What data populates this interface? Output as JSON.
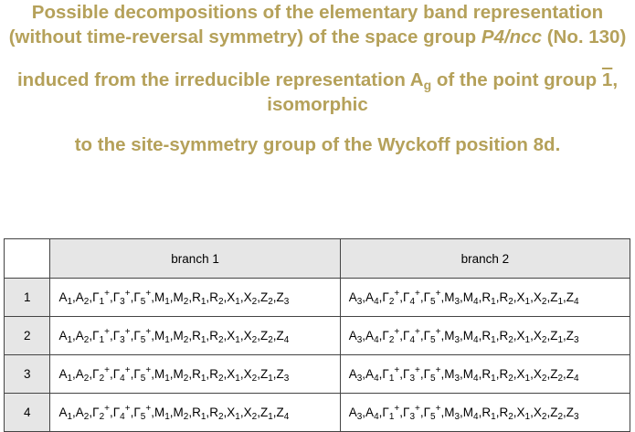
{
  "header": {
    "title_part1": "Possible decompositions of the elementary band representation (without time-reversal symmetry) of the space group ",
    "group_symbol": "P4/ncc",
    "title_part2": " (No. 130)",
    "induced_part1": "induced from the irreducible representation A",
    "irrep_subscript": "g",
    "induced_part2": " of the point group ",
    "point_group": "1",
    "induced_part3": ", isomorphic",
    "wyckoff_line": "to the site-symmetry group of the Wyckoff position 8d."
  },
  "table": {
    "corner": "",
    "headers": [
      "branch 1",
      "branch 2"
    ],
    "rows": [
      {
        "num": "1",
        "b1": [
          [
            "A",
            "1"
          ],
          [
            "A",
            "2"
          ],
          [
            "Γ",
            "1",
            "+"
          ],
          [
            "Γ",
            "3",
            "+"
          ],
          [
            "Γ",
            "5",
            "+"
          ],
          [
            "M",
            "1"
          ],
          [
            "M",
            "2"
          ],
          [
            "R",
            "1"
          ],
          [
            "R",
            "2"
          ],
          [
            "X",
            "1"
          ],
          [
            "X",
            "2"
          ],
          [
            "Z",
            "2"
          ],
          [
            "Z",
            "3"
          ]
        ],
        "b2": [
          [
            "A",
            "3"
          ],
          [
            "A",
            "4"
          ],
          [
            "Γ",
            "2",
            "+"
          ],
          [
            "Γ",
            "4",
            "+"
          ],
          [
            "Γ",
            "5",
            "+"
          ],
          [
            "M",
            "3"
          ],
          [
            "M",
            "4"
          ],
          [
            "R",
            "1"
          ],
          [
            "R",
            "2"
          ],
          [
            "X",
            "1"
          ],
          [
            "X",
            "2"
          ],
          [
            "Z",
            "1"
          ],
          [
            "Z",
            "4"
          ]
        ]
      },
      {
        "num": "2",
        "b1": [
          [
            "A",
            "1"
          ],
          [
            "A",
            "2"
          ],
          [
            "Γ",
            "1",
            "+"
          ],
          [
            "Γ",
            "3",
            "+"
          ],
          [
            "Γ",
            "5",
            "+"
          ],
          [
            "M",
            "1"
          ],
          [
            "M",
            "2"
          ],
          [
            "R",
            "1"
          ],
          [
            "R",
            "2"
          ],
          [
            "X",
            "1"
          ],
          [
            "X",
            "2"
          ],
          [
            "Z",
            "2"
          ],
          [
            "Z",
            "4"
          ]
        ],
        "b2": [
          [
            "A",
            "3"
          ],
          [
            "A",
            "4"
          ],
          [
            "Γ",
            "2",
            "+"
          ],
          [
            "Γ",
            "4",
            "+"
          ],
          [
            "Γ",
            "5",
            "+"
          ],
          [
            "M",
            "3"
          ],
          [
            "M",
            "4"
          ],
          [
            "R",
            "1"
          ],
          [
            "R",
            "2"
          ],
          [
            "X",
            "1"
          ],
          [
            "X",
            "2"
          ],
          [
            "Z",
            "1"
          ],
          [
            "Z",
            "3"
          ]
        ]
      },
      {
        "num": "3",
        "b1": [
          [
            "A",
            "1"
          ],
          [
            "A",
            "2"
          ],
          [
            "Γ",
            "2",
            "+"
          ],
          [
            "Γ",
            "4",
            "+"
          ],
          [
            "Γ",
            "5",
            "+"
          ],
          [
            "M",
            "1"
          ],
          [
            "M",
            "2"
          ],
          [
            "R",
            "1"
          ],
          [
            "R",
            "2"
          ],
          [
            "X",
            "1"
          ],
          [
            "X",
            "2"
          ],
          [
            "Z",
            "1"
          ],
          [
            "Z",
            "3"
          ]
        ],
        "b2": [
          [
            "A",
            "3"
          ],
          [
            "A",
            "4"
          ],
          [
            "Γ",
            "1",
            "+"
          ],
          [
            "Γ",
            "3",
            "+"
          ],
          [
            "Γ",
            "5",
            "+"
          ],
          [
            "M",
            "3"
          ],
          [
            "M",
            "4"
          ],
          [
            "R",
            "1"
          ],
          [
            "R",
            "2"
          ],
          [
            "X",
            "1"
          ],
          [
            "X",
            "2"
          ],
          [
            "Z",
            "2"
          ],
          [
            "Z",
            "4"
          ]
        ]
      },
      {
        "num": "4",
        "b1": [
          [
            "A",
            "1"
          ],
          [
            "A",
            "2"
          ],
          [
            "Γ",
            "2",
            "+"
          ],
          [
            "Γ",
            "4",
            "+"
          ],
          [
            "Γ",
            "5",
            "+"
          ],
          [
            "M",
            "1"
          ],
          [
            "M",
            "2"
          ],
          [
            "R",
            "1"
          ],
          [
            "R",
            "2"
          ],
          [
            "X",
            "1"
          ],
          [
            "X",
            "2"
          ],
          [
            "Z",
            "1"
          ],
          [
            "Z",
            "4"
          ]
        ],
        "b2": [
          [
            "A",
            "3"
          ],
          [
            "A",
            "4"
          ],
          [
            "Γ",
            "1",
            "+"
          ],
          [
            "Γ",
            "3",
            "+"
          ],
          [
            "Γ",
            "5",
            "+"
          ],
          [
            "M",
            "3"
          ],
          [
            "M",
            "4"
          ],
          [
            "R",
            "1"
          ],
          [
            "R",
            "2"
          ],
          [
            "X",
            "1"
          ],
          [
            "X",
            "2"
          ],
          [
            "Z",
            "2"
          ],
          [
            "Z",
            "3"
          ]
        ]
      }
    ]
  },
  "colors": {
    "heading": "#b5a15a",
    "header_cell_bg": "#e6e6e6",
    "border": "#444444"
  }
}
